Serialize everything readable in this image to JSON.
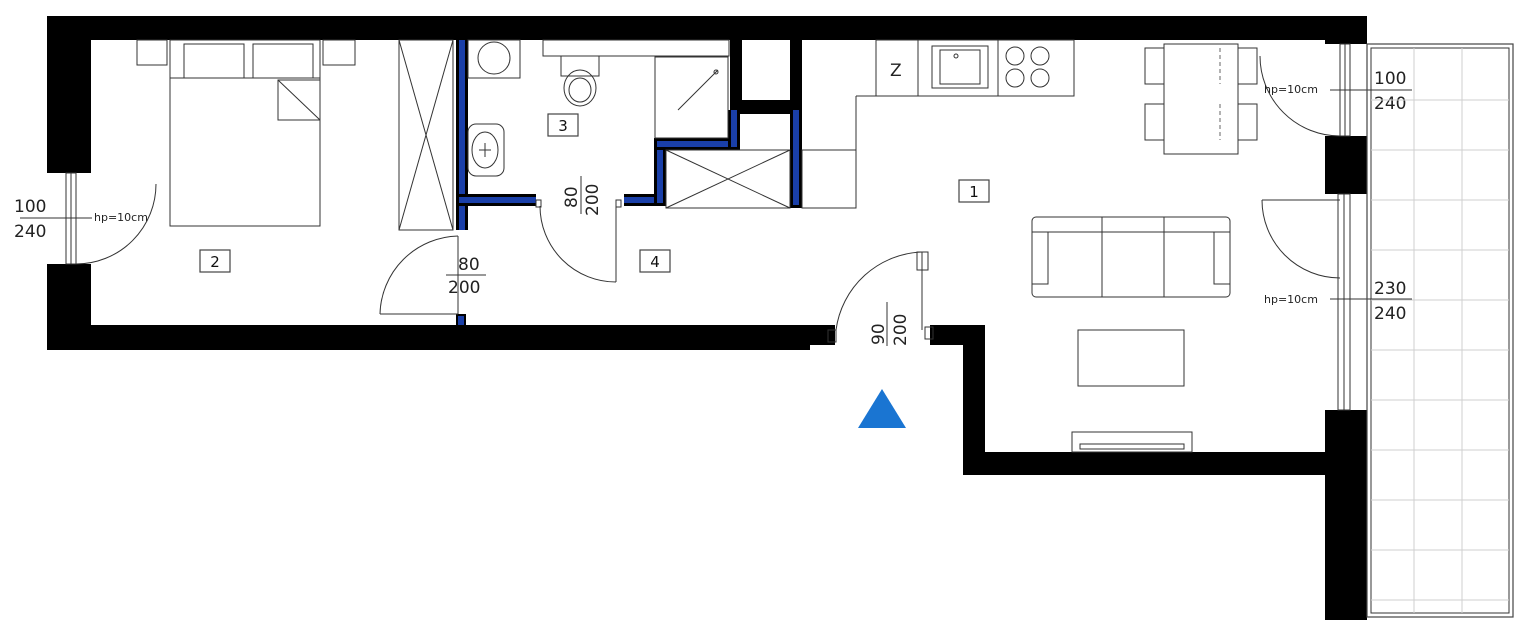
{
  "rooms": [
    {
      "id": "room-1",
      "number": "1"
    },
    {
      "id": "room-2",
      "number": "2"
    },
    {
      "id": "room-3",
      "number": "3"
    },
    {
      "id": "room-4",
      "number": "4"
    }
  ],
  "windows": [
    {
      "id": "window-left",
      "width": "100",
      "height": "240",
      "sill": "hp=10cm"
    },
    {
      "id": "window-right-top",
      "width": "100",
      "height": "240",
      "sill": "hp=10cm"
    },
    {
      "id": "window-right-balcony",
      "width": "230",
      "height": "240",
      "sill": "hp=10cm"
    }
  ],
  "doors": [
    {
      "id": "door-bedroom",
      "width": "80",
      "height": "200"
    },
    {
      "id": "door-bathroom",
      "width": "80",
      "height": "200"
    },
    {
      "id": "door-entrance",
      "width": "90",
      "height": "200"
    }
  ],
  "fridge_mark": "Z",
  "colors": {
    "wall": "#000000",
    "installation_wall": "#1a3fa8",
    "entrance_marker": "#1a75d2"
  },
  "icons": {
    "entrance": "entrance-triangle-icon"
  }
}
